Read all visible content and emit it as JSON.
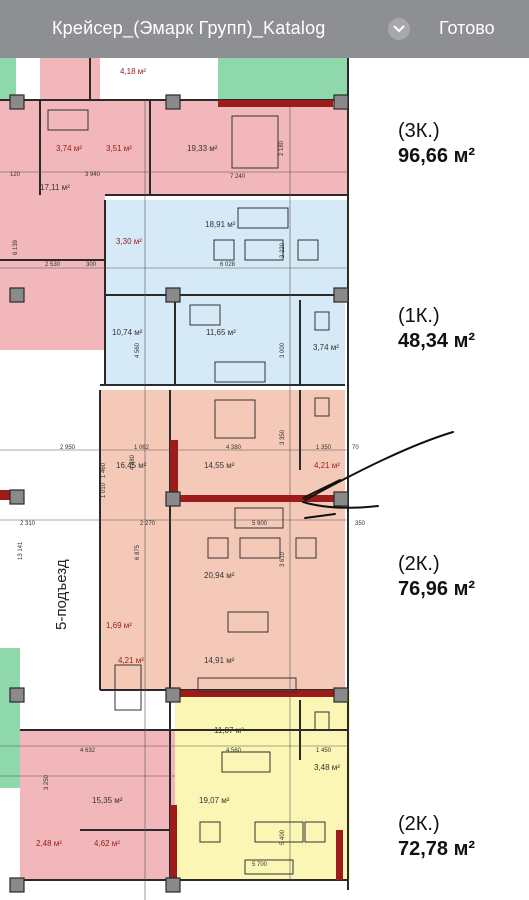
{
  "header": {
    "title": "Крейсер_(Эмарк Групп)_Katalog",
    "done_label": "Готово",
    "menu_icon": "chevron-down-icon"
  },
  "plan": {
    "entrance_label": "5-подъезд",
    "colors": {
      "pink": "#f2b7ba",
      "blue": "#d6e9f6",
      "salmon": "#f4c9b8",
      "yellow": "#fbf6b4",
      "green": "#8fd8ab",
      "wall": "#2a2a2a",
      "red_wall": "#9c1b1b",
      "text_red": "#9c1b1b"
    },
    "apartments": [
      {
        "type": "(3К.)",
        "area": "96,66 м²"
      },
      {
        "type": "(1К.)",
        "area": "48,34 м²"
      },
      {
        "type": "(2К.)",
        "area": "76,96 м²"
      },
      {
        "type": "(2К.)",
        "area": "72,78 м²"
      }
    ],
    "rooms": [
      {
        "area": "4,18 м²"
      },
      {
        "area": "3,74 м²"
      },
      {
        "area": "3,51 м²"
      },
      {
        "area": "19,33 м²"
      },
      {
        "area": "17,11 м²"
      },
      {
        "area": "3,30 м²"
      },
      {
        "area": "18,91 м²"
      },
      {
        "area": "10,74 м²"
      },
      {
        "area": "11,65 м²"
      },
      {
        "area": "3,74 м²"
      },
      {
        "area": "16,45 м²"
      },
      {
        "area": "14,55 м²"
      },
      {
        "area": "4,21 м²"
      },
      {
        "area": "20,94 м²"
      },
      {
        "area": "1,69 м²"
      },
      {
        "area": "4,21 м²"
      },
      {
        "area": "14,91 м²"
      },
      {
        "area": "11,07 м²"
      },
      {
        "area": "3,48 м²"
      },
      {
        "area": "15,35 м²"
      },
      {
        "area": "19,07 м²"
      },
      {
        "area": "2,48 м²"
      },
      {
        "area": "4,62 м²"
      }
    ],
    "dimensions": [
      "7 240",
      "2 180",
      "120",
      "3 940",
      "6 139",
      "2 530",
      "300",
      "6 028",
      "3 220",
      "4 560",
      "3 000",
      "3 350",
      "4 380",
      "1 350",
      "70",
      "2 950",
      "2 270",
      "5 900",
      "6 875",
      "350",
      "1 010",
      "1 460",
      "3 610",
      "4 632",
      "4 560",
      "1 450",
      "3 250",
      "5 700",
      "5 400",
      "2 310",
      "13 141",
      "1 062",
      "4 880"
    ]
  }
}
